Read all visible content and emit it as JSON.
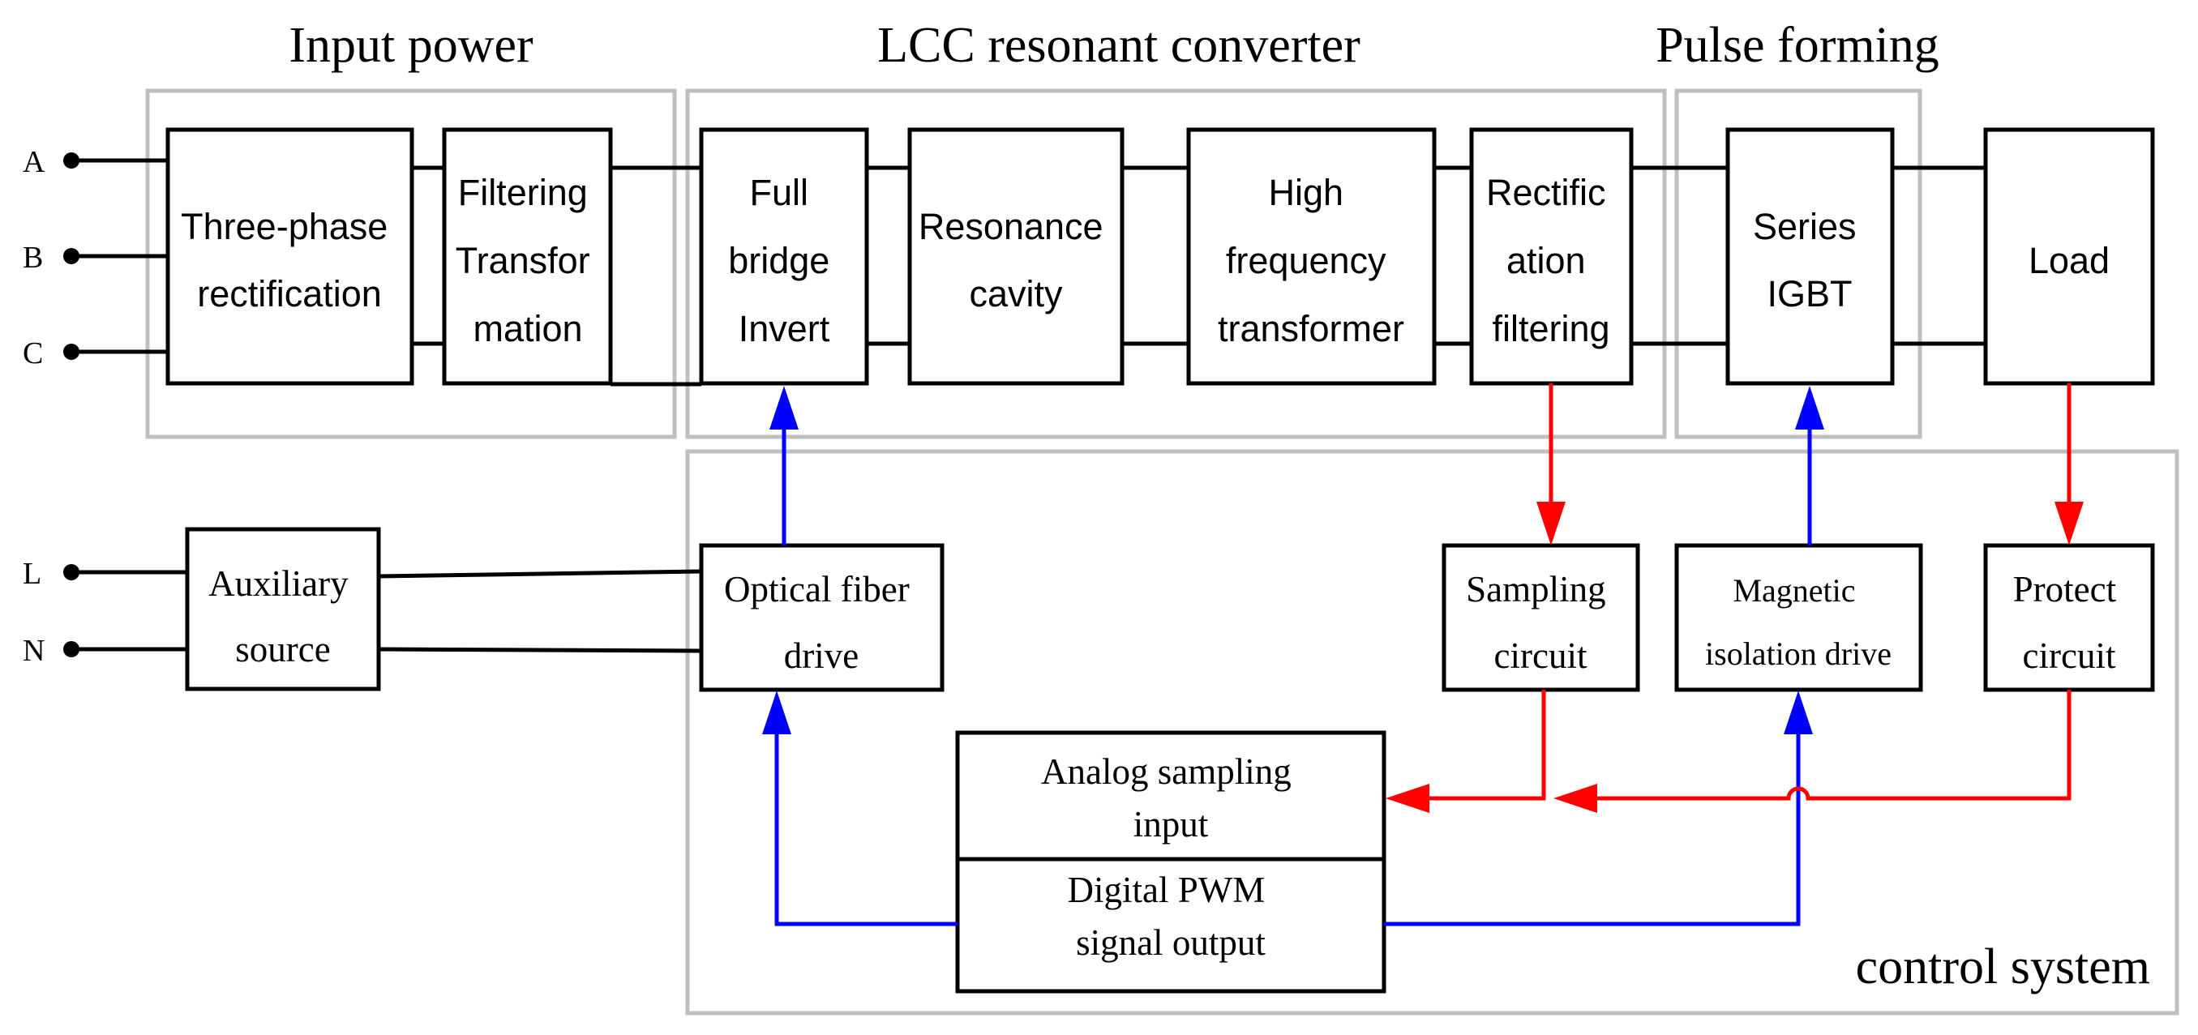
{
  "groups": {
    "input_power": "Input power",
    "lcc_converter": "LCC resonant converter",
    "pulse_forming": "Pulse forming",
    "control_system": "control system"
  },
  "terminals": {
    "a": "A",
    "b": "B",
    "c": "C",
    "l": "L",
    "n": "N"
  },
  "blocks": {
    "three_phase": [
      "Three-phase",
      "rectification"
    ],
    "filtering": [
      "Filtering",
      "Transfor",
      "mation"
    ],
    "full_bridge": [
      "Full",
      "bridge",
      "Invert"
    ],
    "resonance": [
      "Resonance",
      "cavity"
    ],
    "hf_transformer": [
      "High",
      "frequency",
      "transformer"
    ],
    "rectification_filtering": [
      "Rectific",
      "ation",
      "filtering"
    ],
    "series_igbt": [
      "Series",
      "IGBT"
    ],
    "load": [
      "Load"
    ],
    "auxiliary": [
      "Auxiliary",
      "source"
    ],
    "optical_fiber": [
      "Optical fiber",
      "drive"
    ],
    "sampling": [
      "Sampling",
      "circuit"
    ],
    "magnetic": [
      "Magnetic",
      "isolation drive"
    ],
    "protect": [
      "Protect",
      "circuit"
    ],
    "analog_input": [
      "Analog sampling",
      "input"
    ],
    "digital_output": [
      "Digital PWM",
      "signal output"
    ]
  },
  "colors": {
    "drive_signal": "#0000ff",
    "feedback_signal": "#ff0000",
    "group_frame": "#bfbfbf",
    "block_outline": "#000000"
  }
}
